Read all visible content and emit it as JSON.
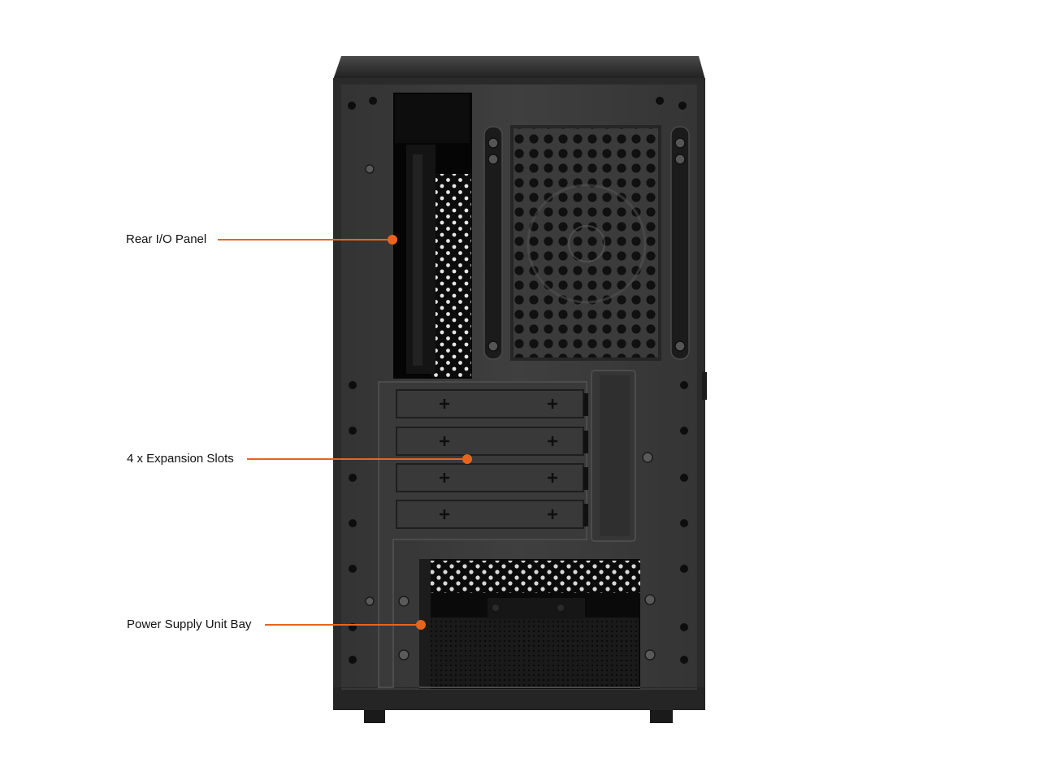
{
  "accent_color": "#e8641b",
  "product": {
    "image_name": "computer-case-rear-view"
  },
  "callouts": [
    {
      "id": "rear-io",
      "label": "Rear I/O Panel"
    },
    {
      "id": "expansion",
      "label": "4 x Expansion Slots"
    },
    {
      "id": "psu",
      "label": "Power Supply Unit Bay"
    }
  ]
}
